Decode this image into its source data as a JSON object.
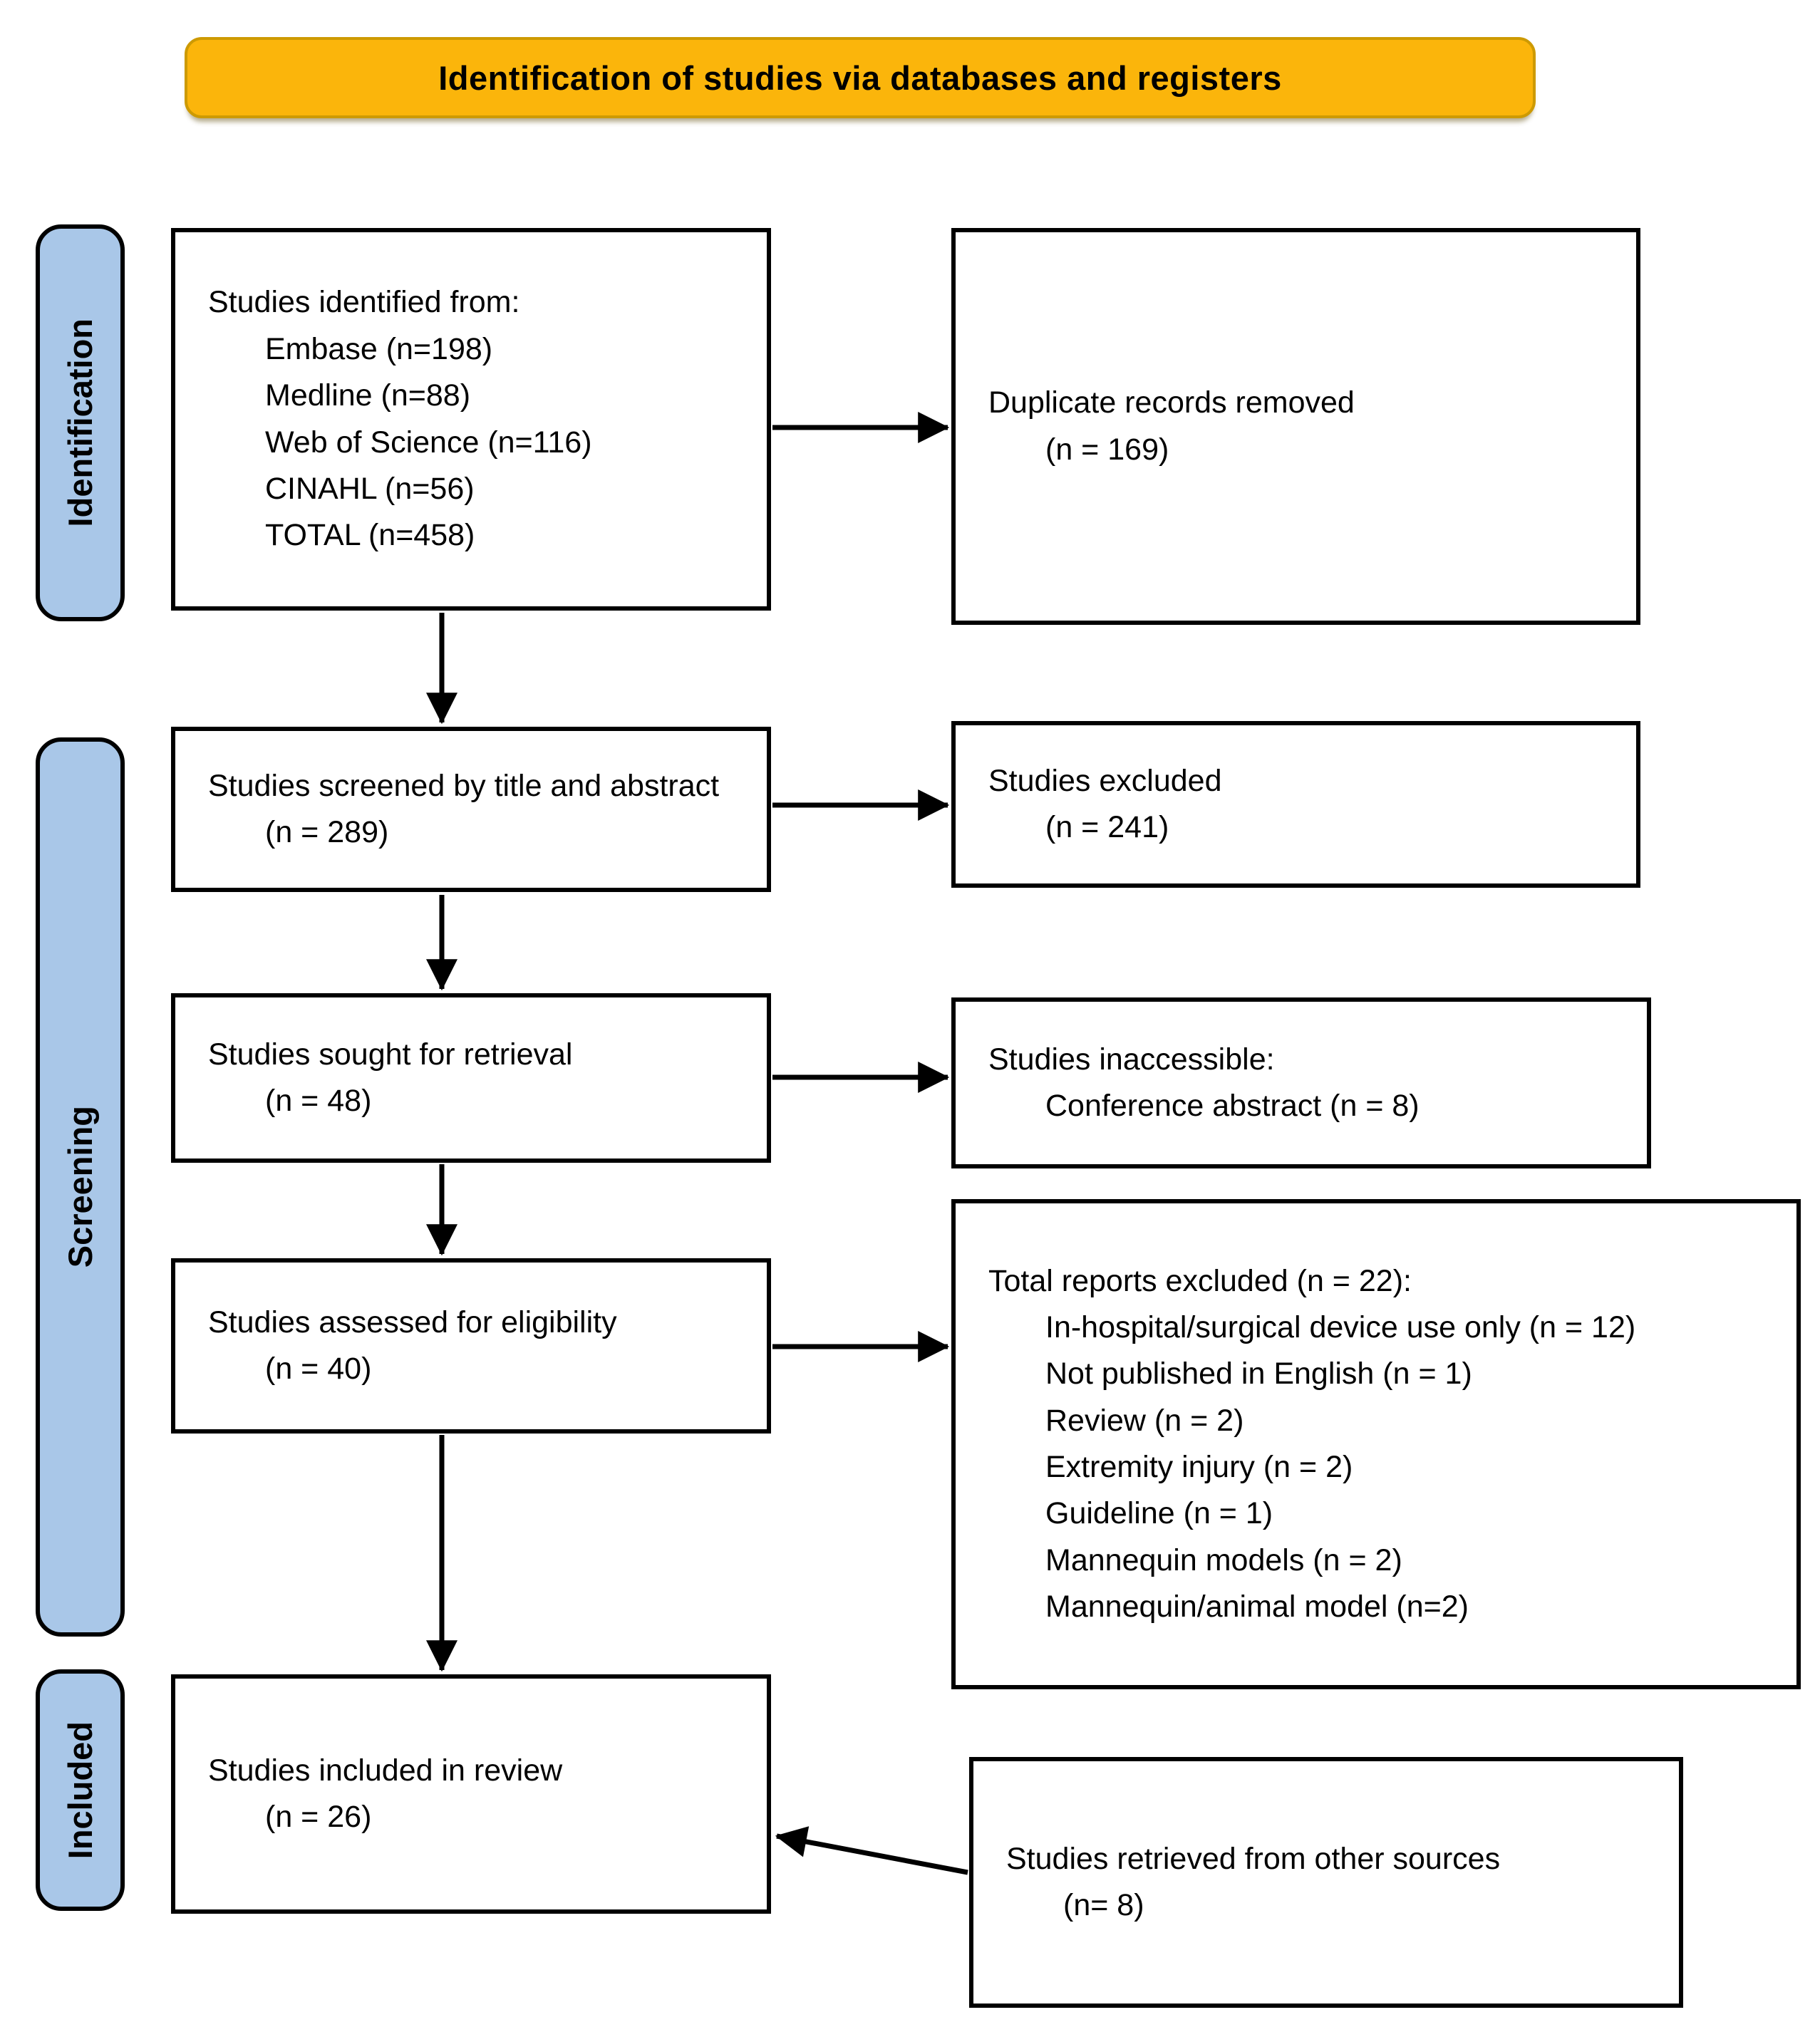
{
  "banner": {
    "title": "Identification of studies via databases and registers"
  },
  "sidebar": {
    "identification": "Identification",
    "screening": "Screening",
    "included": "Included"
  },
  "boxes": {
    "identified": {
      "title": "Studies identified from:",
      "items": [
        "Embase (n=198)",
        "Medline (n=88)",
        "Web of Science (n=116)",
        "CINAHL (n=56)",
        "TOTAL (n=458)"
      ]
    },
    "duplicates": {
      "title": "Duplicate records removed",
      "items": [
        "(n = 169)"
      ]
    },
    "screened": {
      "title": "Studies screened by title and abstract",
      "items": [
        "(n = 289)"
      ]
    },
    "excluded": {
      "title": "Studies excluded",
      "items": [
        "(n = 241)"
      ]
    },
    "sought": {
      "title": "Studies sought for retrieval",
      "items": [
        "(n = 48)"
      ]
    },
    "inaccessible": {
      "title": "Studies inaccessible:",
      "items": [
        "Conference abstract (n = 8)"
      ]
    },
    "assessed": {
      "title": "Studies assessed for eligibility",
      "items": [
        "(n = 40)"
      ]
    },
    "reports_excluded": {
      "title": "Total reports excluded (n = 22):",
      "items": [
        "In-hospital/surgical device use only (n = 12)",
        "Not published in English (n = 1)",
        "Review (n = 2)",
        "Extremity injury (n = 2)",
        "Guideline (n = 1)",
        "Mannequin models (n = 2)",
        "Mannequin/animal model (n=2)"
      ]
    },
    "included_review": {
      "title": "Studies included in review",
      "items": [
        "(n = 26)"
      ]
    },
    "other_sources": {
      "title": "Studies retrieved from other sources",
      "items": [
        "(n= 8)"
      ]
    }
  },
  "colors": {
    "banner_fill": "#FBB50B",
    "banner_border": "#CD9A03",
    "stage_fill": "#A9C7E8",
    "stage_border": "#000000",
    "box_border": "#000000",
    "arrow": "#000000"
  }
}
